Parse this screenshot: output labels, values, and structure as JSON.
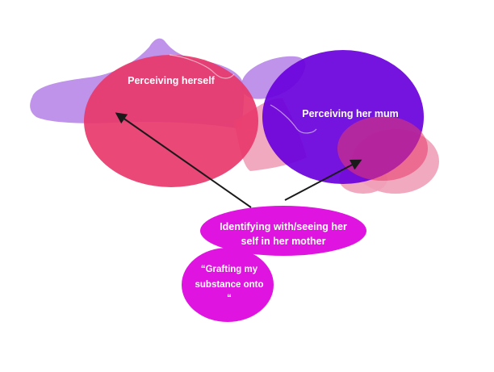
{
  "diagram": {
    "nodes": {
      "herself": {
        "label": "Perceiving herself",
        "color": "#e8386a"
      },
      "mum": {
        "label": "Perceiving her mum",
        "color": "#6a00dc"
      },
      "identifying": {
        "lines": [
          "Identifying with/seeing her",
          "self in her mother"
        ],
        "color": "#e014e0"
      },
      "grafting": {
        "lines": [
          "“Grafting my",
          "substance onto",
          "“"
        ],
        "color": "#e014e0"
      }
    },
    "decor_colors": {
      "lavender": "#b580e8",
      "pink": "#f0a0b8"
    },
    "edges": [
      {
        "from": "identifying",
        "to": "herself"
      },
      {
        "from": "identifying",
        "to": "mum"
      }
    ]
  }
}
